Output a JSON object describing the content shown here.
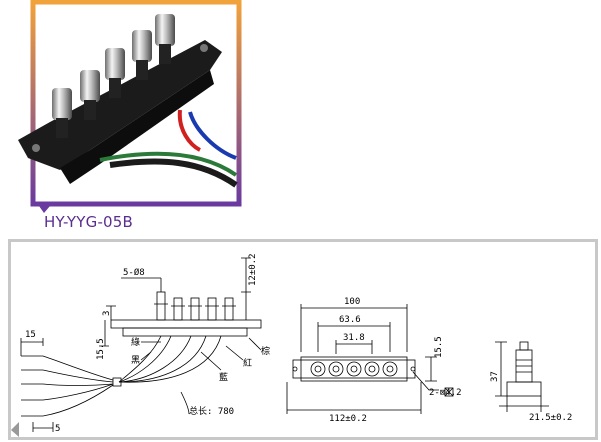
{
  "model": "HY-YYG-05B",
  "colors": {
    "frame_top": "#f0a040",
    "frame_bottom": "#6a3aa0",
    "caption": "#5b2d90",
    "drawing_border": "#c8c8c8"
  },
  "drawing": {
    "side_view": {
      "dim_holes": "5-Ø8",
      "dim_height": "12±0.2",
      "dim_3": "3",
      "dim_15_5": "15.5",
      "dim_15": "15",
      "dim_5": "5",
      "wire_labels": [
        "綠",
        "黑",
        "藍",
        "紅",
        "棕"
      ],
      "total_length": "总长: 780"
    },
    "front_view": {
      "dim_100": "100",
      "dim_63_6": "63.6",
      "dim_31_8": "31.8",
      "dim_15_5": "15.5",
      "dim_112": "112±0.2",
      "dim_mount": "2-⊠4.2"
    },
    "end_view": {
      "dim_37": "37",
      "dim_21_5": "21.5±0.2"
    }
  }
}
